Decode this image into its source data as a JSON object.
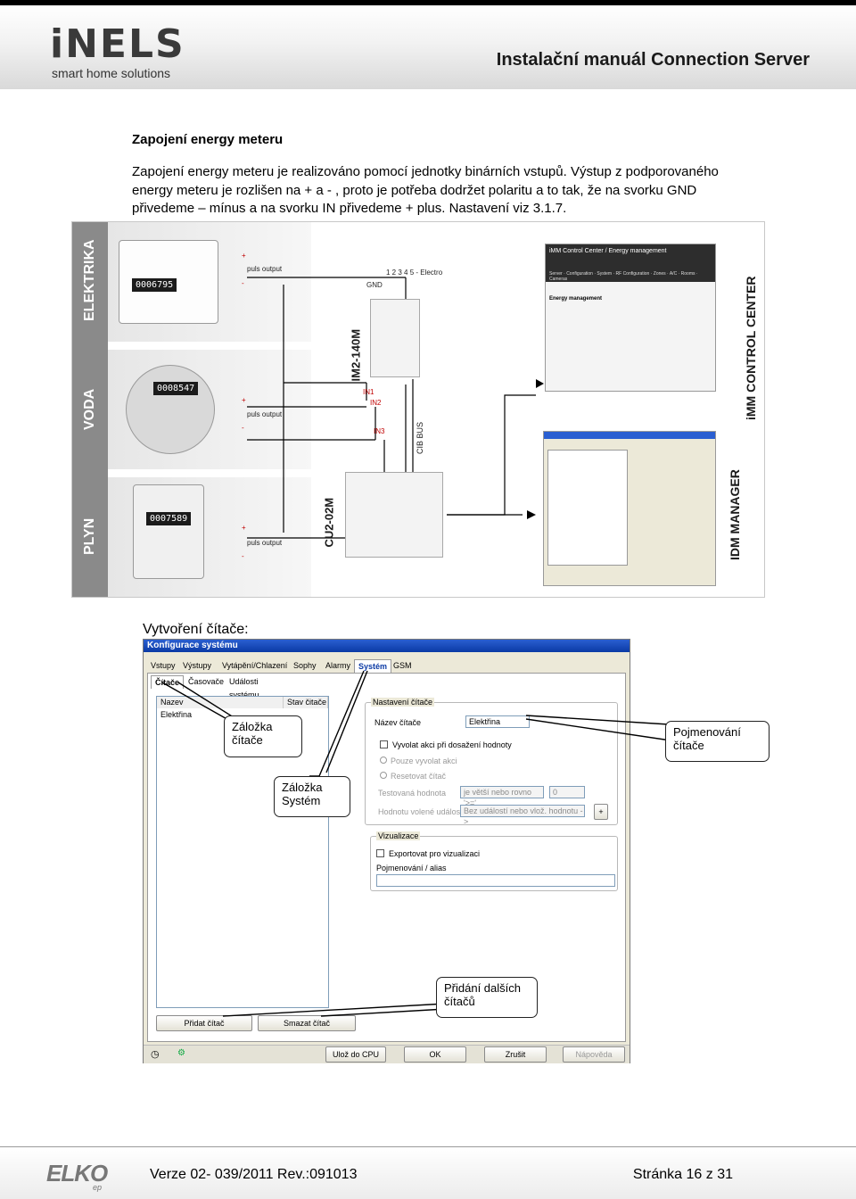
{
  "header": {
    "logo_text": "iNELS",
    "logo_subtitle": "smart home solutions",
    "title": "Instalační manuál Connection Server"
  },
  "section": {
    "heading": "Zapojení energy meteru",
    "paragraph": "Zapojení energy meteru je realizováno pomocí jednotky binárních vstupů. Výstup z podporovaného energy meteru je rozlišen na + a - , proto je potřeba dodržet polaritu a to tak, že na svorku GND přivedeme – mínus a na svorku IN přivedeme + plus. Nastavení viz 3.1.7."
  },
  "diagram": {
    "left_labels": [
      "ELEKTRIKA",
      "VODA",
      "PLYN"
    ],
    "right_labels": [
      "iMM CONTROL CENTER",
      "IDM MANAGER"
    ],
    "meter_displays": [
      "0006795",
      "0008547",
      "0007589"
    ],
    "pulse_label": "puls output",
    "plus": "+",
    "minus": "-",
    "terminal_label": "1 2 3 4 5 - Electro",
    "gnd": "GND",
    "modules": [
      "IM2-140M",
      "CU2-02M"
    ],
    "inputs": [
      "IN1",
      "IN2",
      "IN3"
    ],
    "bus": "CIB BUS",
    "screen1_title": "iMM Control Center / Energy management",
    "screen1_menu": [
      "Server",
      "Configuration",
      "System",
      "RF Configuration",
      "Zones",
      "A/C",
      "Rooms",
      "Cameras"
    ],
    "screen1_heading": "Energy management"
  },
  "caption": "Vytvoření čítače:",
  "dialog": {
    "title": "Konfigurace systému",
    "tabs": [
      "Vstupy",
      "Výstupy",
      "Vytápění/Chlazení",
      "Sophy",
      "Alarmy",
      "Systém",
      "GSM"
    ],
    "subtabs": [
      "Čítače",
      "Časovače",
      "Události systému"
    ],
    "list_headers": [
      "Nazev",
      "Stav čitače"
    ],
    "list_rows": [
      "Elektřina"
    ],
    "group_settings": "Nastavení čítače",
    "name_label": "Název čítače",
    "name_value": "Elektřina",
    "chk_action": "Vyvolat akci při dosažení hodnoty",
    "radio_only": "Pouze vyvolat akci",
    "radio_reset": "Resetovat čítač",
    "test_value_label": "Testovaná hodnota",
    "test_value_cond": "je větší nebo rovno '>='",
    "test_value_num": "0",
    "new_value_label": "Hodnotu volené událost",
    "new_value_sel": "Bez událostí nebo vlož. hodnotu ->",
    "group_vis": "Vizualizace",
    "chk_export": "Exportovat pro vizualizaci",
    "alias_label": "Pojmenování / alias",
    "btn_add": "Přidat čítač",
    "btn_delete": "Smazat čítač",
    "bottom_buttons": [
      "Ulož do CPU",
      "OK",
      "Zrušit",
      "Nápověda"
    ]
  },
  "callouts": {
    "tab_counters": "Záložka čítače",
    "tab_system": "Záložka Systém",
    "naming": "Pojmenování čítače",
    "add_more": "Přidání dalších čítačů"
  },
  "footer": {
    "logo": "ELKO",
    "logo_sub": "ep",
    "version": "Verze 02- 039/2011 Rev.:091013",
    "page": "Stránka 16 z 31"
  }
}
